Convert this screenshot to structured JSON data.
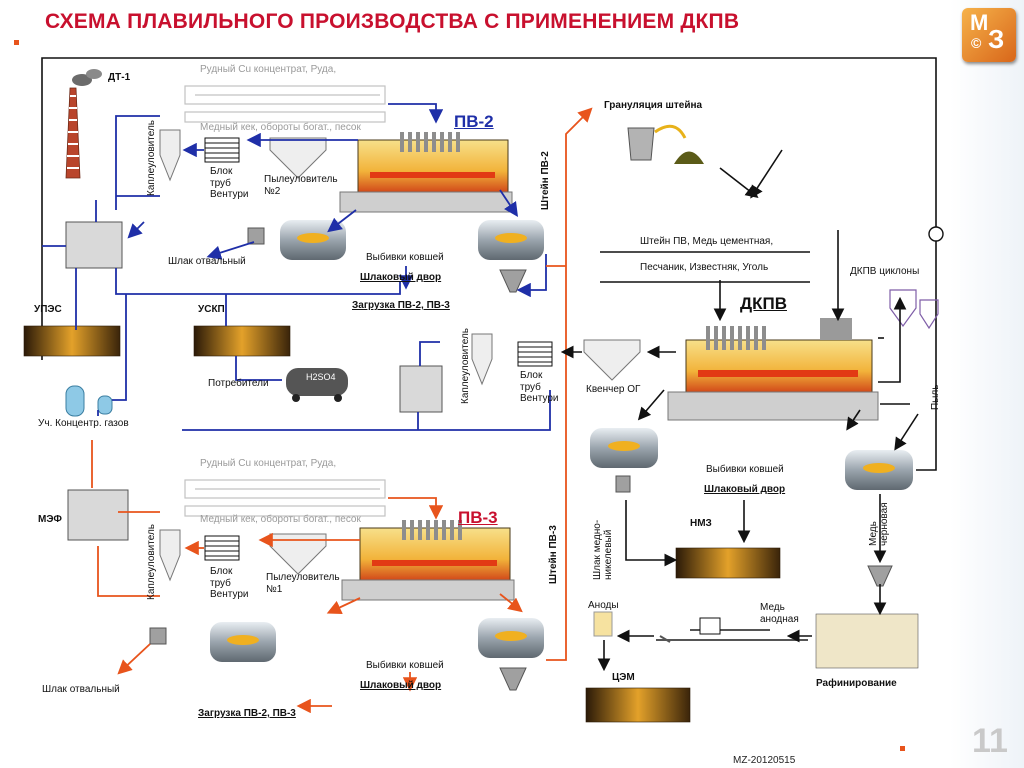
{
  "title": "СХЕМА ПЛАВИЛЬНОГО ПРОИЗВОДСТВА С ПРИМЕНЕНИЕМ ДКПВ",
  "logo": {
    "letter_m": "М",
    "letter_z": "З",
    "symbol": "©"
  },
  "page_number": "11",
  "footer": "MZ-20120515",
  "colors": {
    "title": "#c8102e",
    "blue_flow": "#1f2fa8",
    "red_flow": "#e8541c",
    "black_flow": "#111111",
    "grey_text": "#9a9a9a"
  },
  "labels": {
    "dt1": "ДТ-1",
    "ore_top": "Рудный Cu концентрат, Руда,",
    "cake_top": "Медный кек, обороты богат., песок",
    "pv2": "ПВ-2",
    "pv3": "ПВ-3",
    "granulation": "Грануляция штейна",
    "matte_pv2": "Штейн ПВ-2",
    "matte_pv3": "Штейн ПВ-3",
    "drop_catcher": "Каплеуловитель",
    "venturi_block": "Блок\nтруб\nВентури",
    "dust_catcher2": "Пылеуловитель\n№2",
    "dust_catcher1": "Пылеуловитель\n№1",
    "slag_dump": "Шлак отвальный",
    "ladle_knock": "Выбивки ковшей",
    "slag_yard": "Шлаковый двор",
    "load_pv": "Загрузка ПВ-2, ПВ-3",
    "upes": "УПЭС",
    "uskp": "УСКП",
    "consumers": "Потребители",
    "h2so4": "H2SO4",
    "gas_conc": "Уч. Концентр. газов",
    "mef": "МЭФ",
    "charge_line1": "Штейн ПВ, Медь цементная,",
    "charge_line2": "Песчаник, Известняк, Уголь",
    "dkpv": "ДКПВ",
    "dkpv_cyclones": "ДКПВ циклоны",
    "quencher": "Квенчер ОГ",
    "dust": "Пыль",
    "blister_copper": "Медь\nчерновая",
    "cu_ni_slag": "Шлак медно-\nникелевый",
    "nmz": "НМЗ",
    "anodes": "Аноды",
    "anode_copper": "Медь\nанодная",
    "cem": "ЦЭМ",
    "refining": "Рафинирование"
  }
}
